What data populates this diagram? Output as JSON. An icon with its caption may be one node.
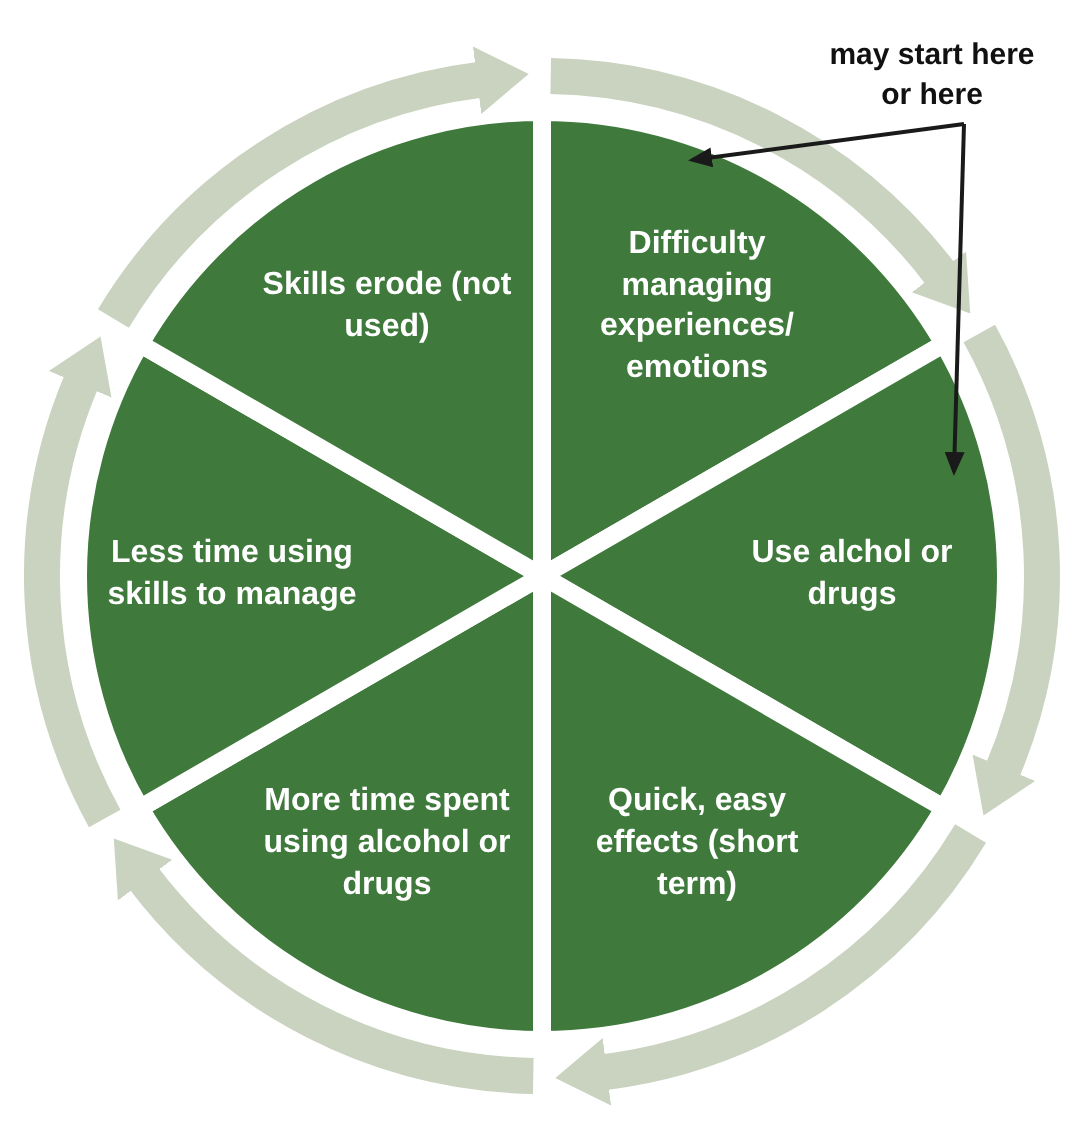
{
  "diagram": {
    "nodes": [
      {
        "text": [
          "Difficulty managing experiences/ emotions"
        ]
      },
      {
        "text": [
          "Use alchol or drugs"
        ]
      },
      {
        "text": [
          "Quick, easy effects (short term)"
        ]
      },
      {
        "text": [
          "More time spent using alcohol or drugs"
        ]
      },
      {
        "text": [
          "Less time using skills to manage"
        ]
      },
      {
        "text": [
          "Skills erode (not used)"
        ]
      },
      {
        "text": [
          "may start here or here"
        ]
      }
    ],
    "edges": [
      {
        "from": 6,
        "to": 0,
        "arrow": "to"
      },
      {
        "from": 6,
        "to": 1,
        "arrow": "to"
      }
    ]
  }
}
